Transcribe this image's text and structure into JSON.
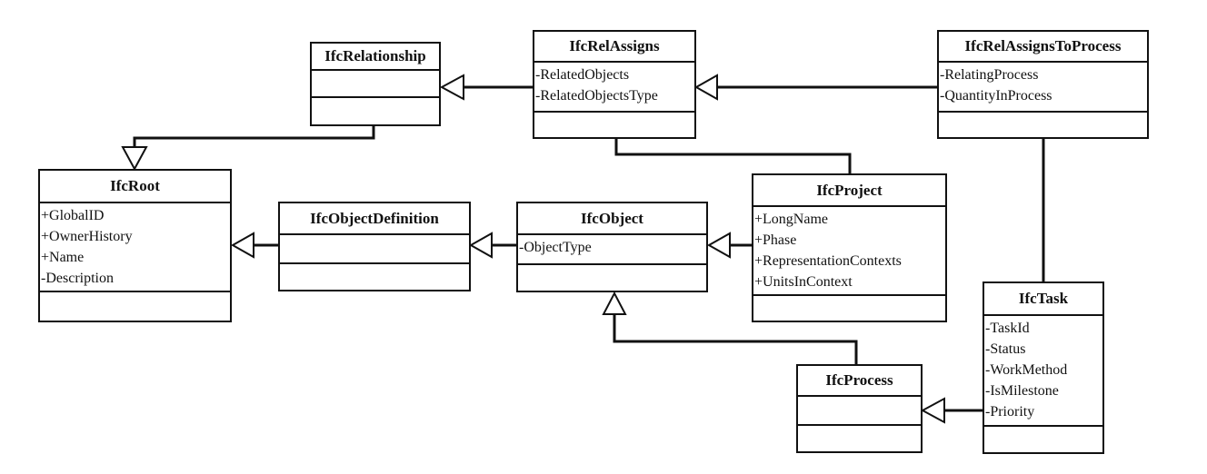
{
  "classes": {
    "relationship": {
      "name": "IfcRelationship",
      "attributes": []
    },
    "rel_assigns": {
      "name": "IfcRelAssigns",
      "attributes": [
        "-RelatedObjects",
        "-RelatedObjectsType"
      ]
    },
    "rel_assigns_to_process": {
      "name": "IfcRelAssignsToProcess",
      "attributes": [
        "-RelatingProcess",
        "-QuantityInProcess"
      ]
    },
    "root": {
      "name": "IfcRoot",
      "attributes": [
        "+GlobalID",
        "+OwnerHistory",
        "+Name",
        "-Description"
      ]
    },
    "object_definition": {
      "name": "IfcObjectDefinition",
      "attributes": []
    },
    "object": {
      "name": "IfcObject",
      "attributes": [
        "-ObjectType"
      ]
    },
    "project": {
      "name": "IfcProject",
      "attributes": [
        "+LongName",
        "+Phase",
        "+RepresentationContexts",
        "+UnitsInContext"
      ]
    },
    "process": {
      "name": "IfcProcess",
      "attributes": []
    },
    "task": {
      "name": "IfcTask",
      "attributes": [
        "-TaskId",
        "-Status",
        "-WorkMethod",
        "-IsMilestone",
        "-Priority"
      ]
    }
  },
  "relations": [
    {
      "type": "generalization",
      "from": "relationship",
      "to": "root"
    },
    {
      "type": "generalization",
      "from": "rel_assigns",
      "to": "relationship"
    },
    {
      "type": "generalization",
      "from": "rel_assigns_to_process",
      "to": "rel_assigns"
    },
    {
      "type": "generalization",
      "from": "object_definition",
      "to": "root"
    },
    {
      "type": "generalization",
      "from": "object",
      "to": "object_definition"
    },
    {
      "type": "generalization",
      "from": "project",
      "to": "object"
    },
    {
      "type": "generalization",
      "from": "process",
      "to": "object"
    },
    {
      "type": "generalization",
      "from": "task",
      "to": "process"
    },
    {
      "type": "association",
      "from": "rel_assigns",
      "to": "project"
    },
    {
      "type": "association",
      "from": "rel_assigns_to_process",
      "to": "task"
    }
  ]
}
